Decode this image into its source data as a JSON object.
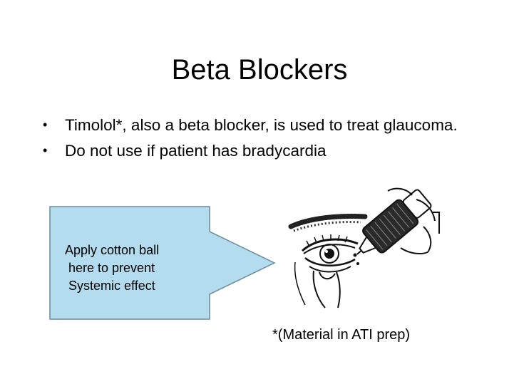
{
  "slide": {
    "title": "Beta Blockers",
    "bullets": [
      "Timolol*, also a beta blocker, is used to treat glaucoma.",
      "Do not use if patient has bradycardia"
    ],
    "bullet_glyph": "•",
    "callout": {
      "text": "Apply cotton ball\n here to prevent \n Systemic effect",
      "fill_color": "#b3dcef",
      "border_color": "#6a8a9a"
    },
    "illustration_icon": "eye-drop-illustration",
    "footnote": "*(Material in ATI prep)"
  }
}
